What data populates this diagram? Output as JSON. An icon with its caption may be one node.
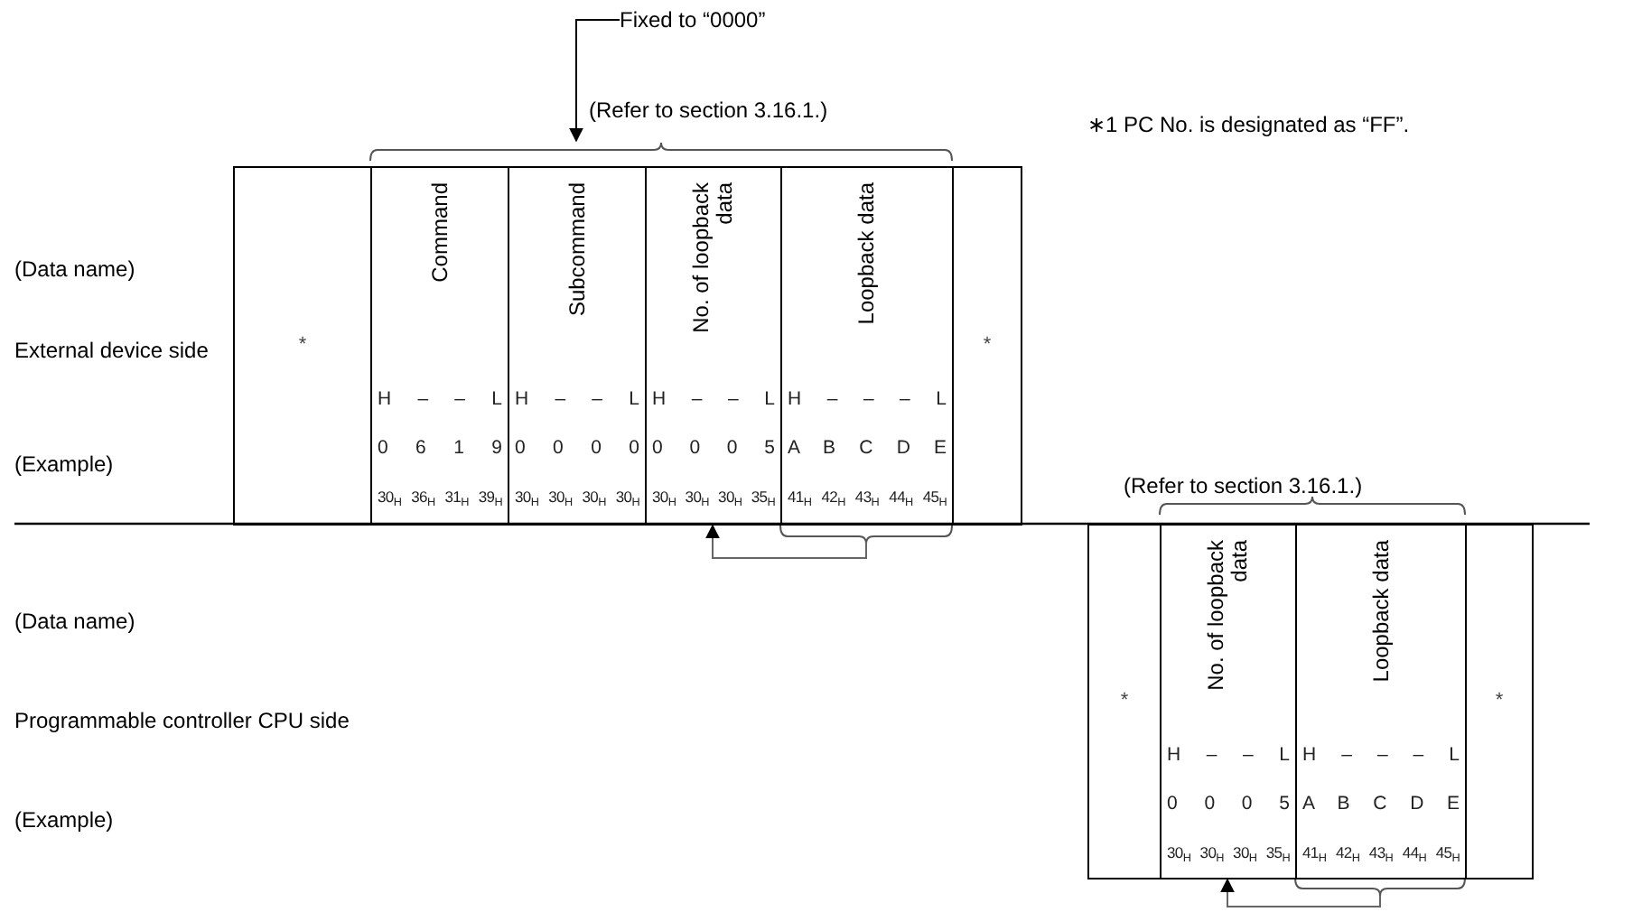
{
  "diagram": {
    "nodes": [
      {
        "text": [
          "Fixed to “0000”"
        ]
      },
      {
        "text": [
          "*"
        ]
      },
      {
        "text": [
          "Command",
          "H – – L",
          "0 6 1 9",
          "30$_{H}$ 36$_{H}$ 31$_{H}$ 39$_{H}$"
        ]
      },
      {
        "text": [
          "Subcommand",
          "H – – L",
          "0 0 0 0",
          "30$_{H}$ 30$_{H}$ 30$_{H}$ 30$_{H}$"
        ]
      },
      {
        "text": [
          "No. of loopback data",
          "H – – L",
          "0 0 0 5",
          "30$_{H}$ 30$_{H}$ 30$_{H}$ 35$_{H}$"
        ]
      },
      {
        "text": [
          "Loopback data",
          "H – – – L",
          "A B C D E",
          "41$_{H}$ 42$_{H}$ 43$_{H}$ 44$_{H}$ 45$_{H}$"
        ]
      },
      {
        "text": [
          "*"
        ]
      },
      {
        "text": [
          "*"
        ]
      },
      {
        "text": [
          "No. of loopback data",
          "H – – L",
          "0 0 0 5",
          "30$_{H}$ 30$_{H}$ 30$_{H}$ 35$_{H}$"
        ]
      },
      {
        "text": [
          "Loopback data",
          "H – – – L",
          "A B C D E",
          "41$_{H}$ 42$_{H}$ 43$_{H}$ 44$_{H}$ 45$_{H}$"
        ]
      },
      {
        "text": [
          "*"
        ]
      }
    ],
    "edges": [
      {
        "from": 0,
        "to": 3,
        "arrow": "to",
        "color": "#000000"
      },
      {
        "from": 5,
        "to": 4,
        "arrow": "to"
      },
      {
        "from": 9,
        "to": 8,
        "arrow": "to"
      }
    ],
    "labels": [
      "(Refer to section 3.16.1.)",
      "∗1 PC No. is designated as “FF”.",
      "(Data name)",
      "External device side",
      "(Example)",
      "(Refer to section 3.16.1.)",
      "(Data name)",
      "Programmable controller CPU side",
      "(Example)"
    ]
  }
}
